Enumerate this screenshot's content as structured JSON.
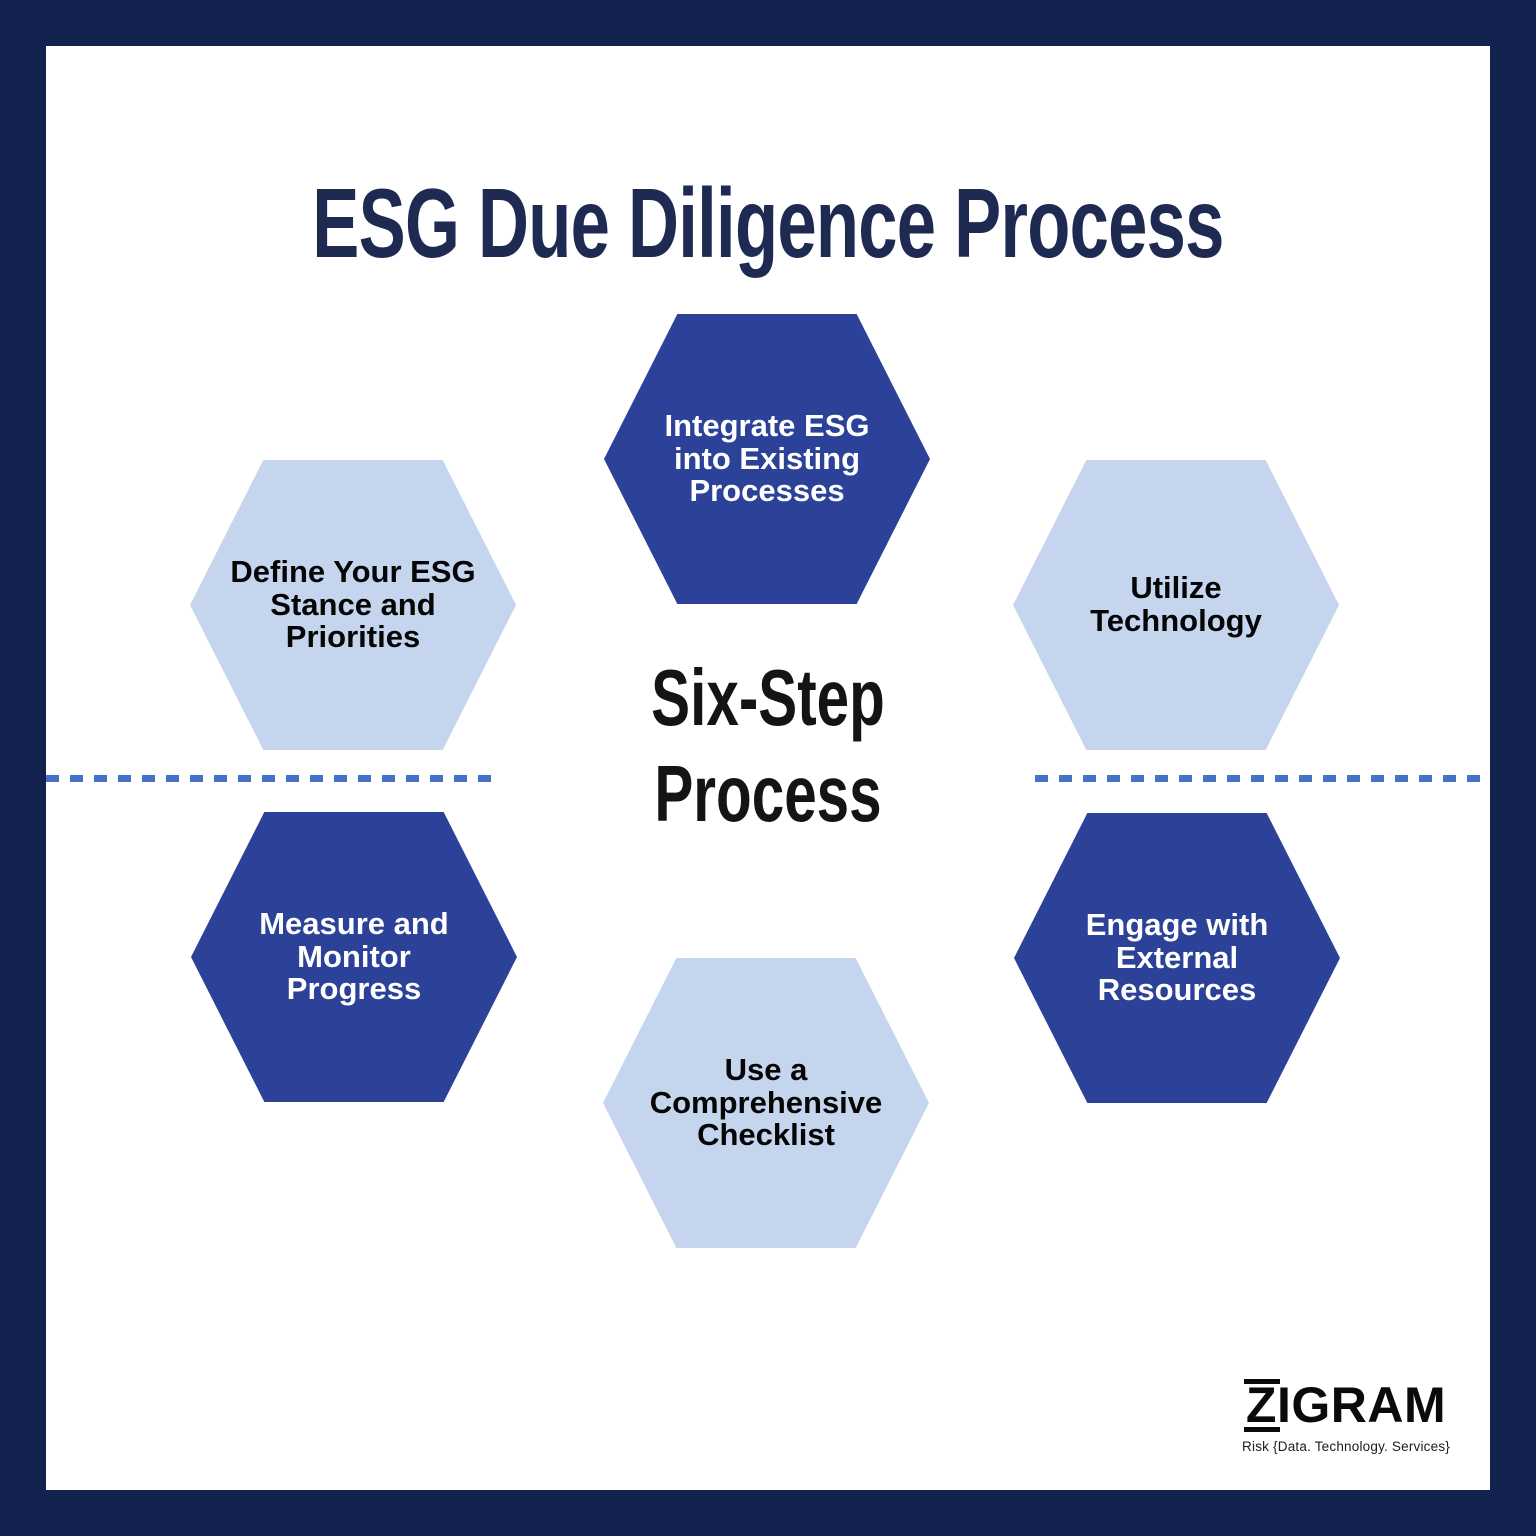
{
  "title": "ESG Due Diligence Process",
  "center_label": {
    "line1": "Six-Step",
    "line2": "Process"
  },
  "hexagons": [
    {
      "name": "define-esg-stance",
      "label": "Define Your ESG\nStance and\nPriorities",
      "variant": "light",
      "position": "left-top"
    },
    {
      "name": "integrate-esg",
      "label": "Integrate ESG\ninto Existing\nProcesses",
      "variant": "dark",
      "position": "top-center"
    },
    {
      "name": "utilize-technology",
      "label": "Utilize\nTechnology",
      "variant": "light",
      "position": "right-top"
    },
    {
      "name": "measure-monitor",
      "label": "Measure and\nMonitor\nProgress",
      "variant": "dark",
      "position": "left-bottom"
    },
    {
      "name": "use-checklist",
      "label": "Use a\nComprehensive\nChecklist",
      "variant": "light",
      "position": "bottom-center"
    },
    {
      "name": "engage-external",
      "label": "Engage with\nExternal\nResources",
      "variant": "dark",
      "position": "right-bottom"
    }
  ],
  "logo": {
    "wordmark_z": "Z",
    "wordmark_rest": "IGRAM",
    "tagline": "Risk {Data. Technology. Services}"
  },
  "colors": {
    "frame": "#13214e",
    "hex_dark": "#2c4198",
    "hex_light": "#c5d5ee",
    "dash": "#4472c4",
    "title_color": "#1e2a52",
    "center_color": "#141414",
    "hex_dark_text": "#ffffff",
    "hex_light_text": "#050505",
    "logo_color": "#0a0a0a"
  }
}
